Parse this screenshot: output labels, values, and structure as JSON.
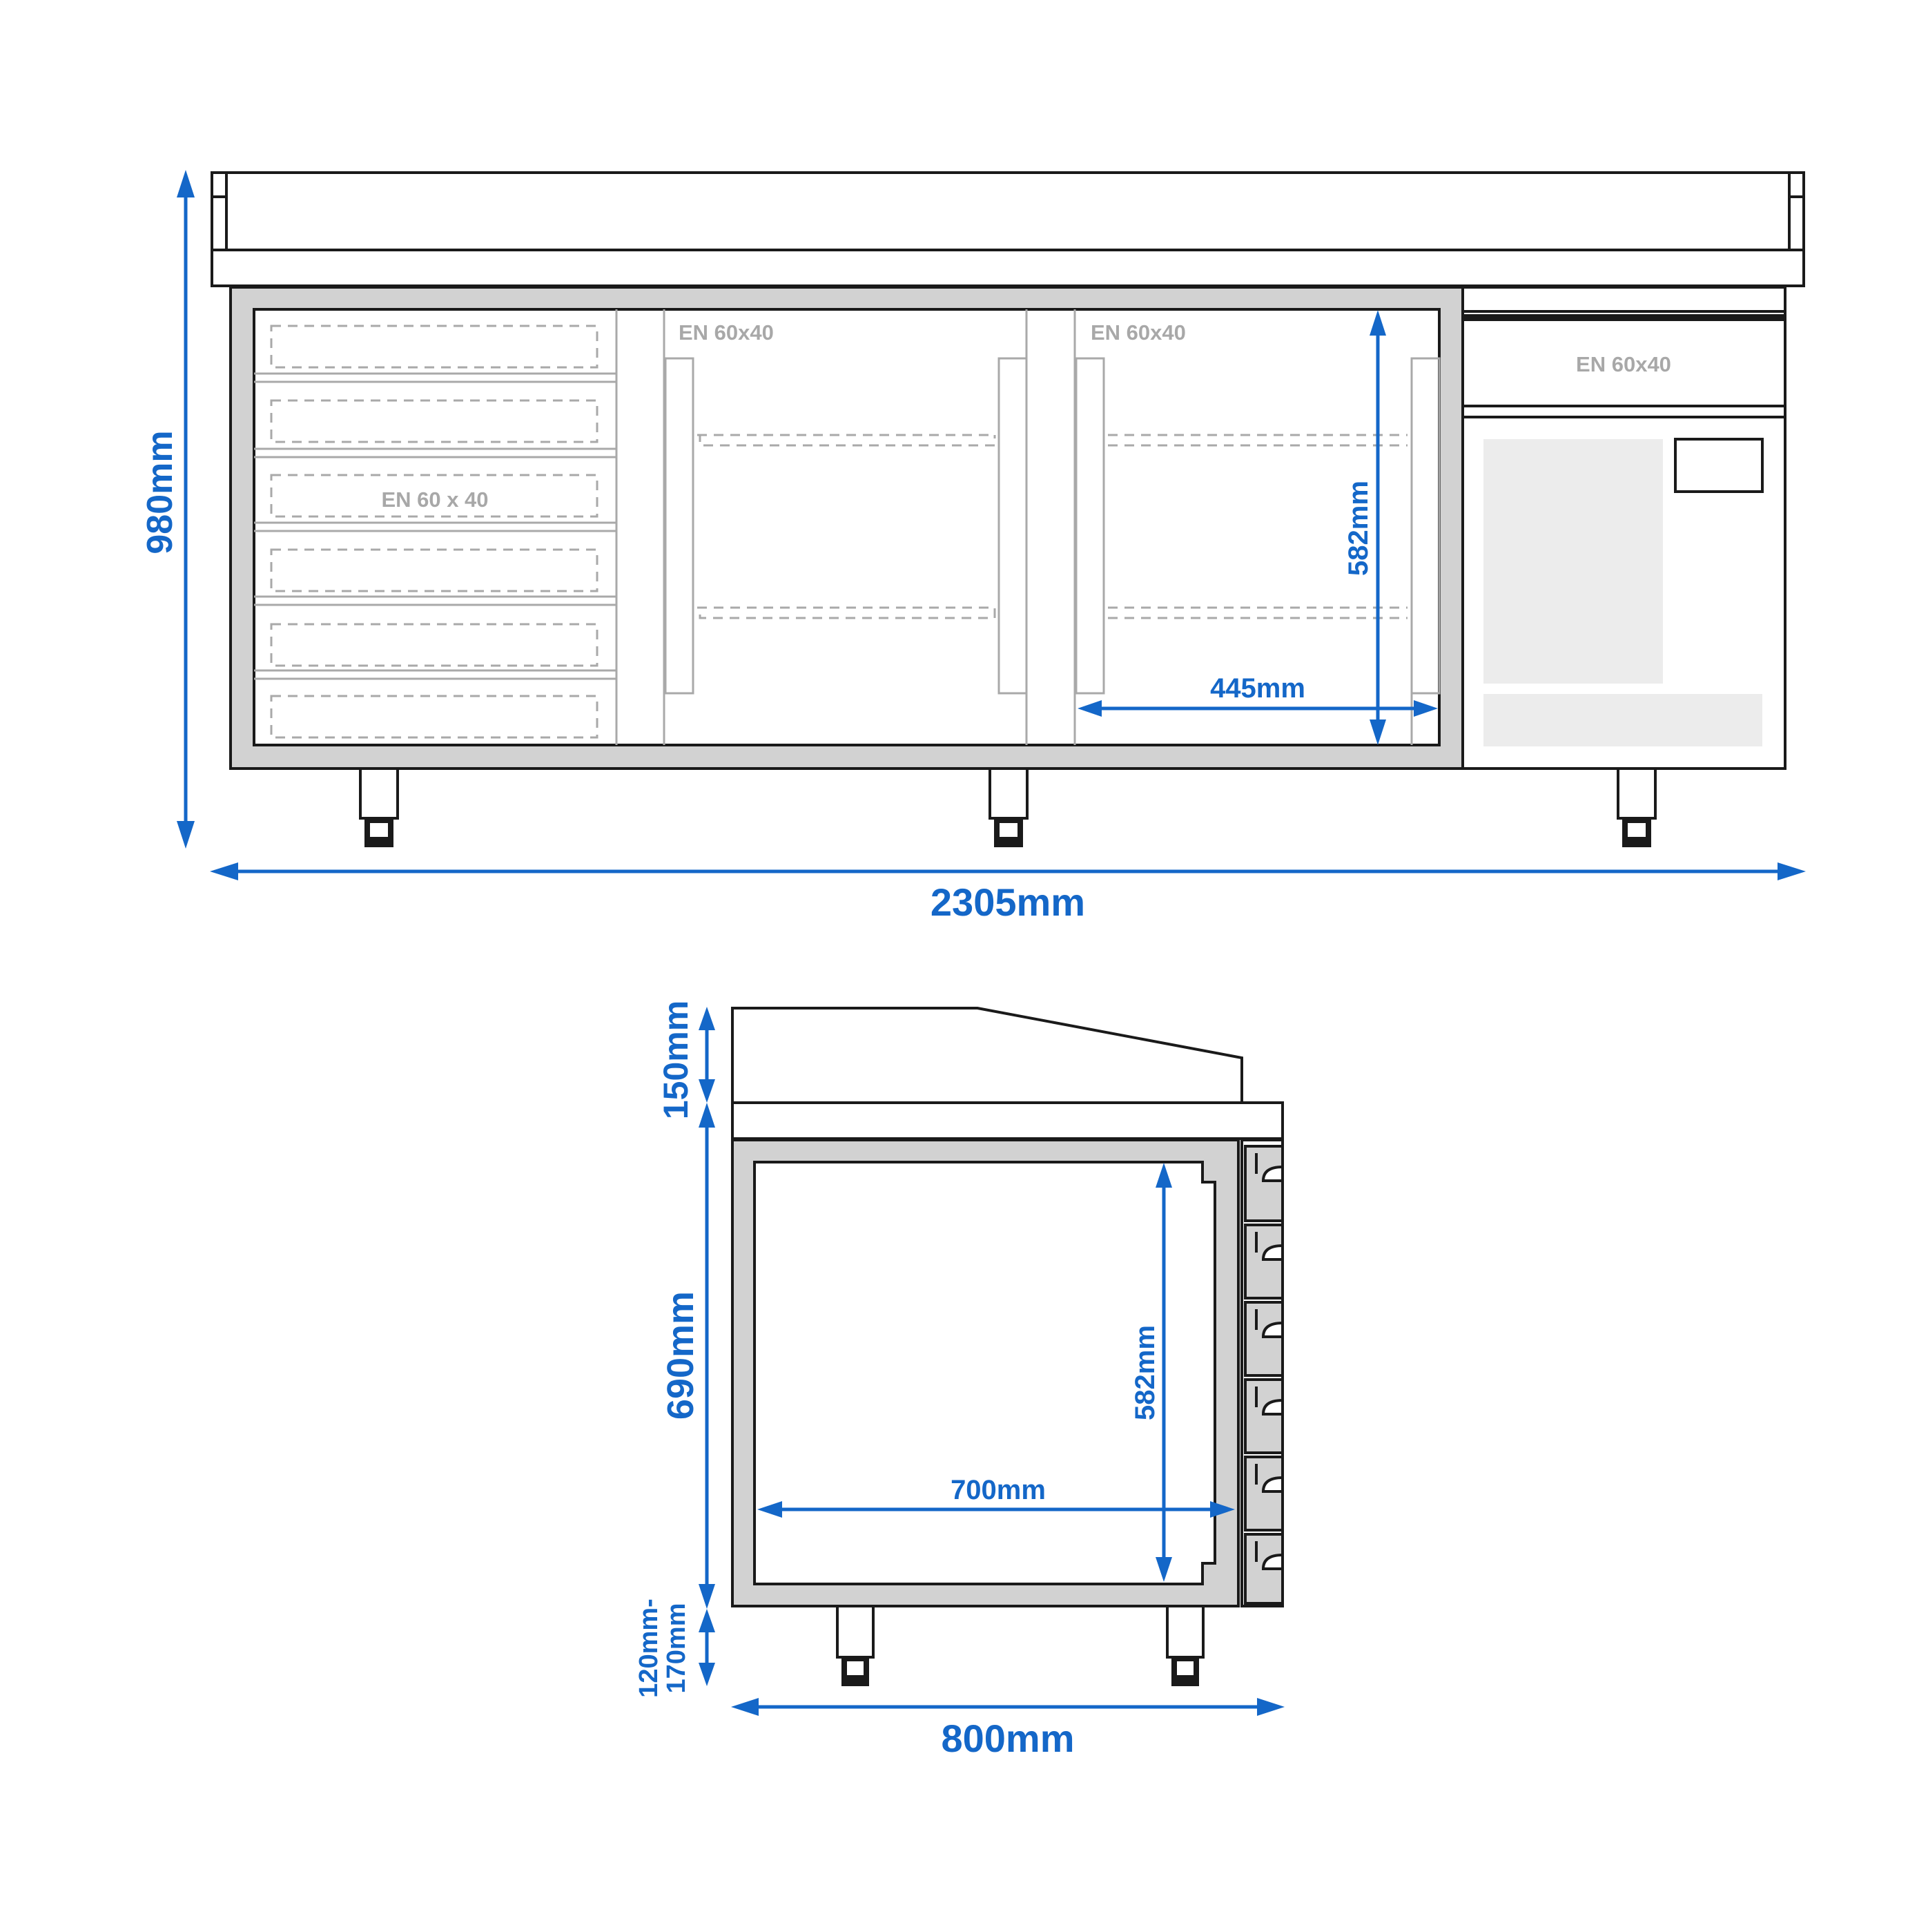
{
  "front_view": {
    "width_label": "2305mm",
    "height_label": "980mm",
    "inner_height_label": "582mm",
    "inner_width_label": "445mm",
    "drawer_section_label": "EN 60 x 40",
    "door1_label": "EN 60x40",
    "door2_label": "EN 60x40",
    "right_drawer_label": "EN 60x40"
  },
  "side_view": {
    "depth_label": "800mm",
    "top_height_label": "150mm",
    "body_height_label": "690mm",
    "leg_height_label_1": "120mm-",
    "leg_height_label_2": "170mm",
    "inner_height_label": "582mm",
    "inner_depth_label": "700mm"
  },
  "colors": {
    "dimension": "#1467c8",
    "outline": "#1a1a1a",
    "panel": "#d2d2d2",
    "label_gray": "#a8a8a8"
  }
}
